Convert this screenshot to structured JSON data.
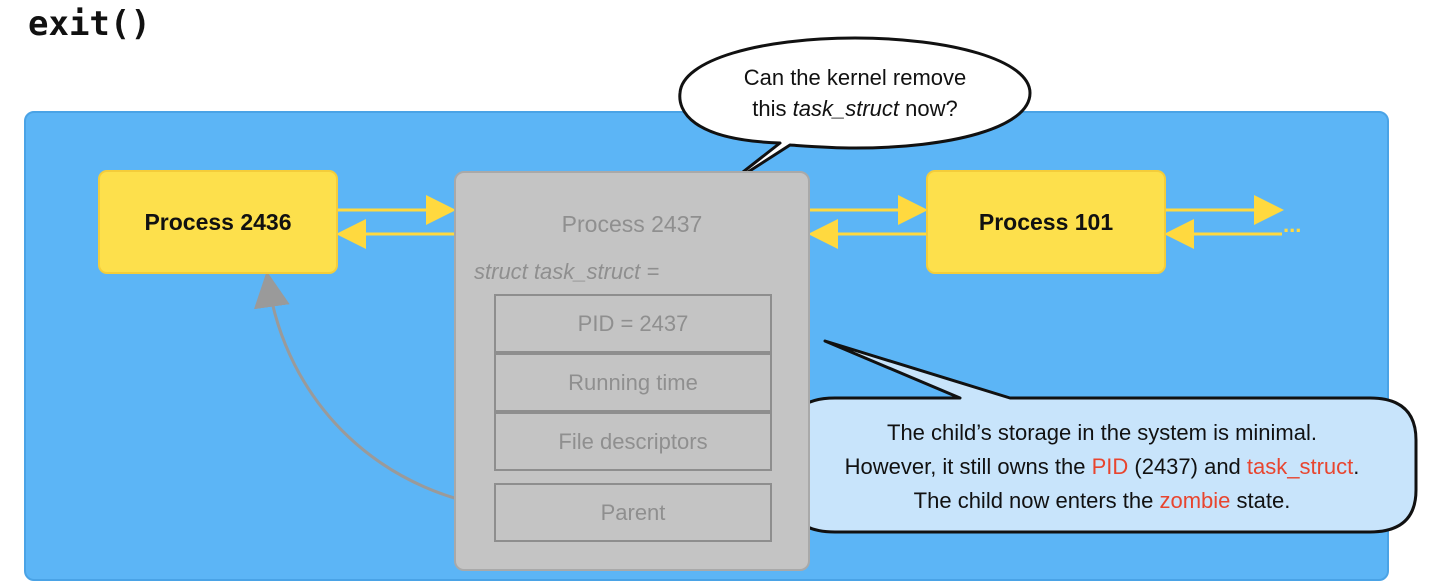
{
  "title": "exit()",
  "processes": {
    "left": "Process 2436",
    "middle": "Process 2437",
    "right": "Process 101",
    "continuation": "..."
  },
  "task_struct": {
    "declaration": "struct task_struct =",
    "fields": [
      "PID = 2437",
      "Running time",
      "File descriptors",
      "Parent"
    ]
  },
  "speech_bubble": {
    "line1": "Can the kernel remove",
    "line2_prefix": "this ",
    "line2_italic": "task_struct",
    "line2_suffix": " now?"
  },
  "info_bubble": {
    "line1": "The child’s storage in the system is minimal.",
    "line2_a": "However, it still owns the ",
    "line2_pid": "PID",
    "line2_b": " (2437) and ",
    "line2_task": "task_struct",
    "line2_c": ".",
    "line3_a": "The child now enters the ",
    "line3_zombie": "zombie",
    "line3_b": " state."
  },
  "colors": {
    "background": "#5cb5f6",
    "process_box": "#fde04c",
    "arrow": "#ffd93f",
    "ghost_box": "#c4c4c4",
    "highlight": "#e8452f",
    "info_bubble": "#c8e4fb"
  }
}
